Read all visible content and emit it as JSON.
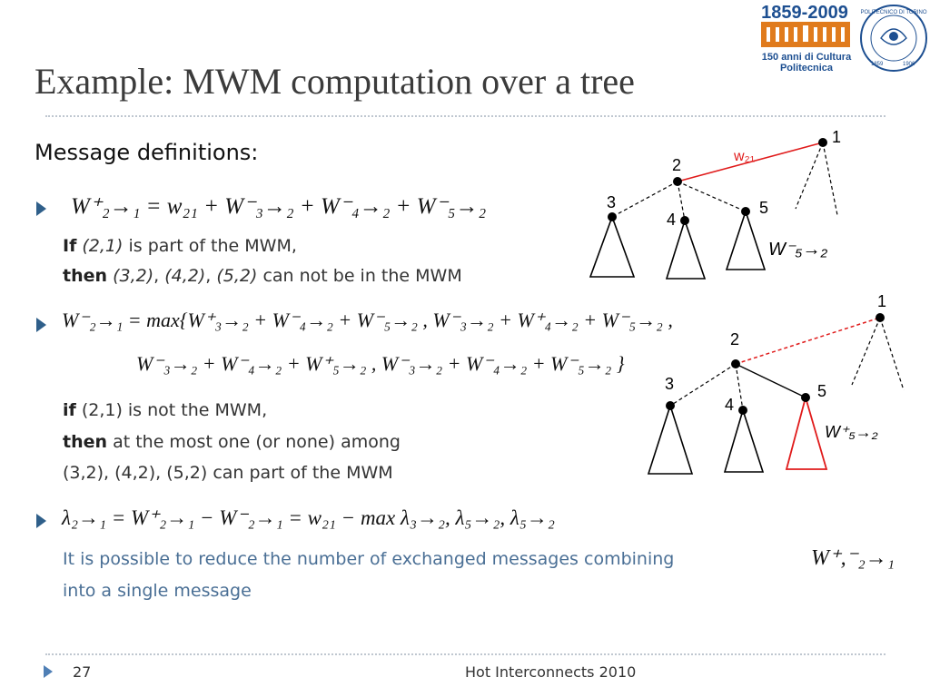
{
  "slide": {
    "title": "Example: MWM computation over a tree",
    "subheading": "Message definitions:",
    "eq1": "W⁺₂→₁ = w₂₁ + W⁻₃→₂ + W⁻₄→₂ + W⁻₅→₂",
    "block1": {
      "if_kw": "If",
      "if_arg": "(2,1)",
      "if_rest": " is part of the MWM,",
      "then_kw": "then",
      "then_a": "(3,2)",
      "then_b": "(4,2)",
      "then_c": "(5,2)",
      "then_rest": " can not  be in the MWM"
    },
    "eq2_line1": "W⁻₂→₁ = max{W⁺₃→₂ + W⁻₄→₂ + W⁻₅→₂ , W⁻₃→₂ + W⁺₄→₂ + W⁻₅→₂ ,",
    "eq2_line2": "W⁻₃→₂ + W⁻₄→₂ + W⁺₅→₂ , W⁻₃→₂ + W⁻₄→₂ + W⁻₅→₂ }",
    "block2": {
      "if_kw": "if",
      "if_rest": " (2,1) is not the MWM,",
      "then_kw": "then",
      "then_rest": " at the most one (or none) among",
      "line3": "(3,2), (4,2), (5,2) can part of the MWM"
    },
    "eq3": "λ₂→₁ = W⁺₂→₁ − W⁻₂→₁ = w₂₁ − max λ₃→₂, λ₅→₂, λ₅→₂",
    "note_line1": "It is possible to reduce the number of exchanged messages combining",
    "note_line2": "into a single message",
    "combined_msg": "W⁺,⁻₂→₁"
  },
  "tree_top": {
    "labels": {
      "n1": "1",
      "n2": "2",
      "n3": "3",
      "n4": "4",
      "n5": "5",
      "edge": "w₂₁",
      "msg": "W⁻₅→₂"
    }
  },
  "tree_bottom": {
    "labels": {
      "n1": "1",
      "n2": "2",
      "n3": "3",
      "n4": "4",
      "n5": "5",
      "msg": "W⁺₅→₂"
    }
  },
  "logo": {
    "years": "1859-2009",
    "line1": "150 anni di Cultura",
    "line2": "Politecnica",
    "seal_ring": "POLITECNICO DI TORINO",
    "seal_y1": "1859",
    "seal_y2": "1906"
  },
  "footer": {
    "page": "27",
    "event": "Hot Interconnects 2010"
  },
  "colors": {
    "bullet": "#2f5f8a",
    "accent_red": "#e01b1b",
    "logo_orange": "#e07b1d",
    "logo_blue": "#1d4f91"
  }
}
